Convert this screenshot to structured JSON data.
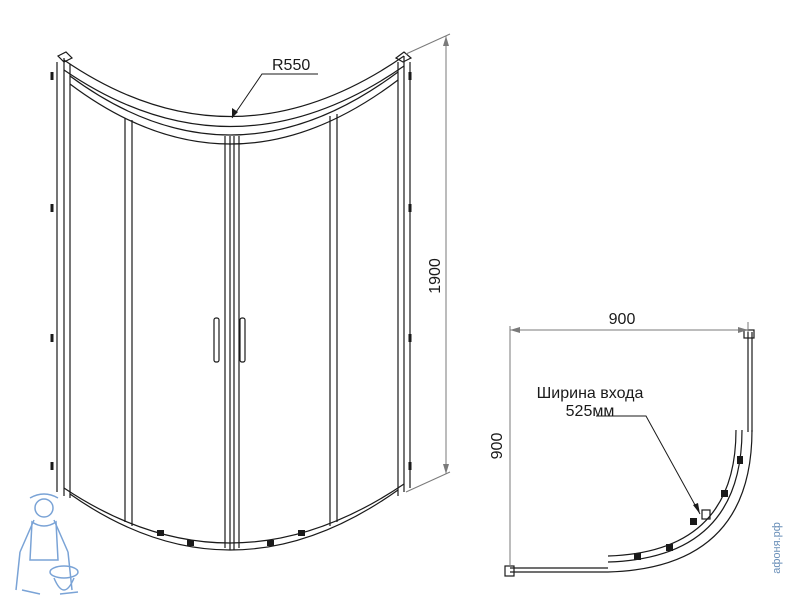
{
  "labels": {
    "radius": "R550",
    "height": "1900",
    "width": "900",
    "depth": "900",
    "entrance_line1": "Ширина входа",
    "entrance_line2": "525мм"
  },
  "watermark": {
    "text": "афоня.рф"
  },
  "colors": {
    "line": "#1a1a1a",
    "dimension": "#7a7a7a",
    "logo": "#7aa3d6"
  }
}
